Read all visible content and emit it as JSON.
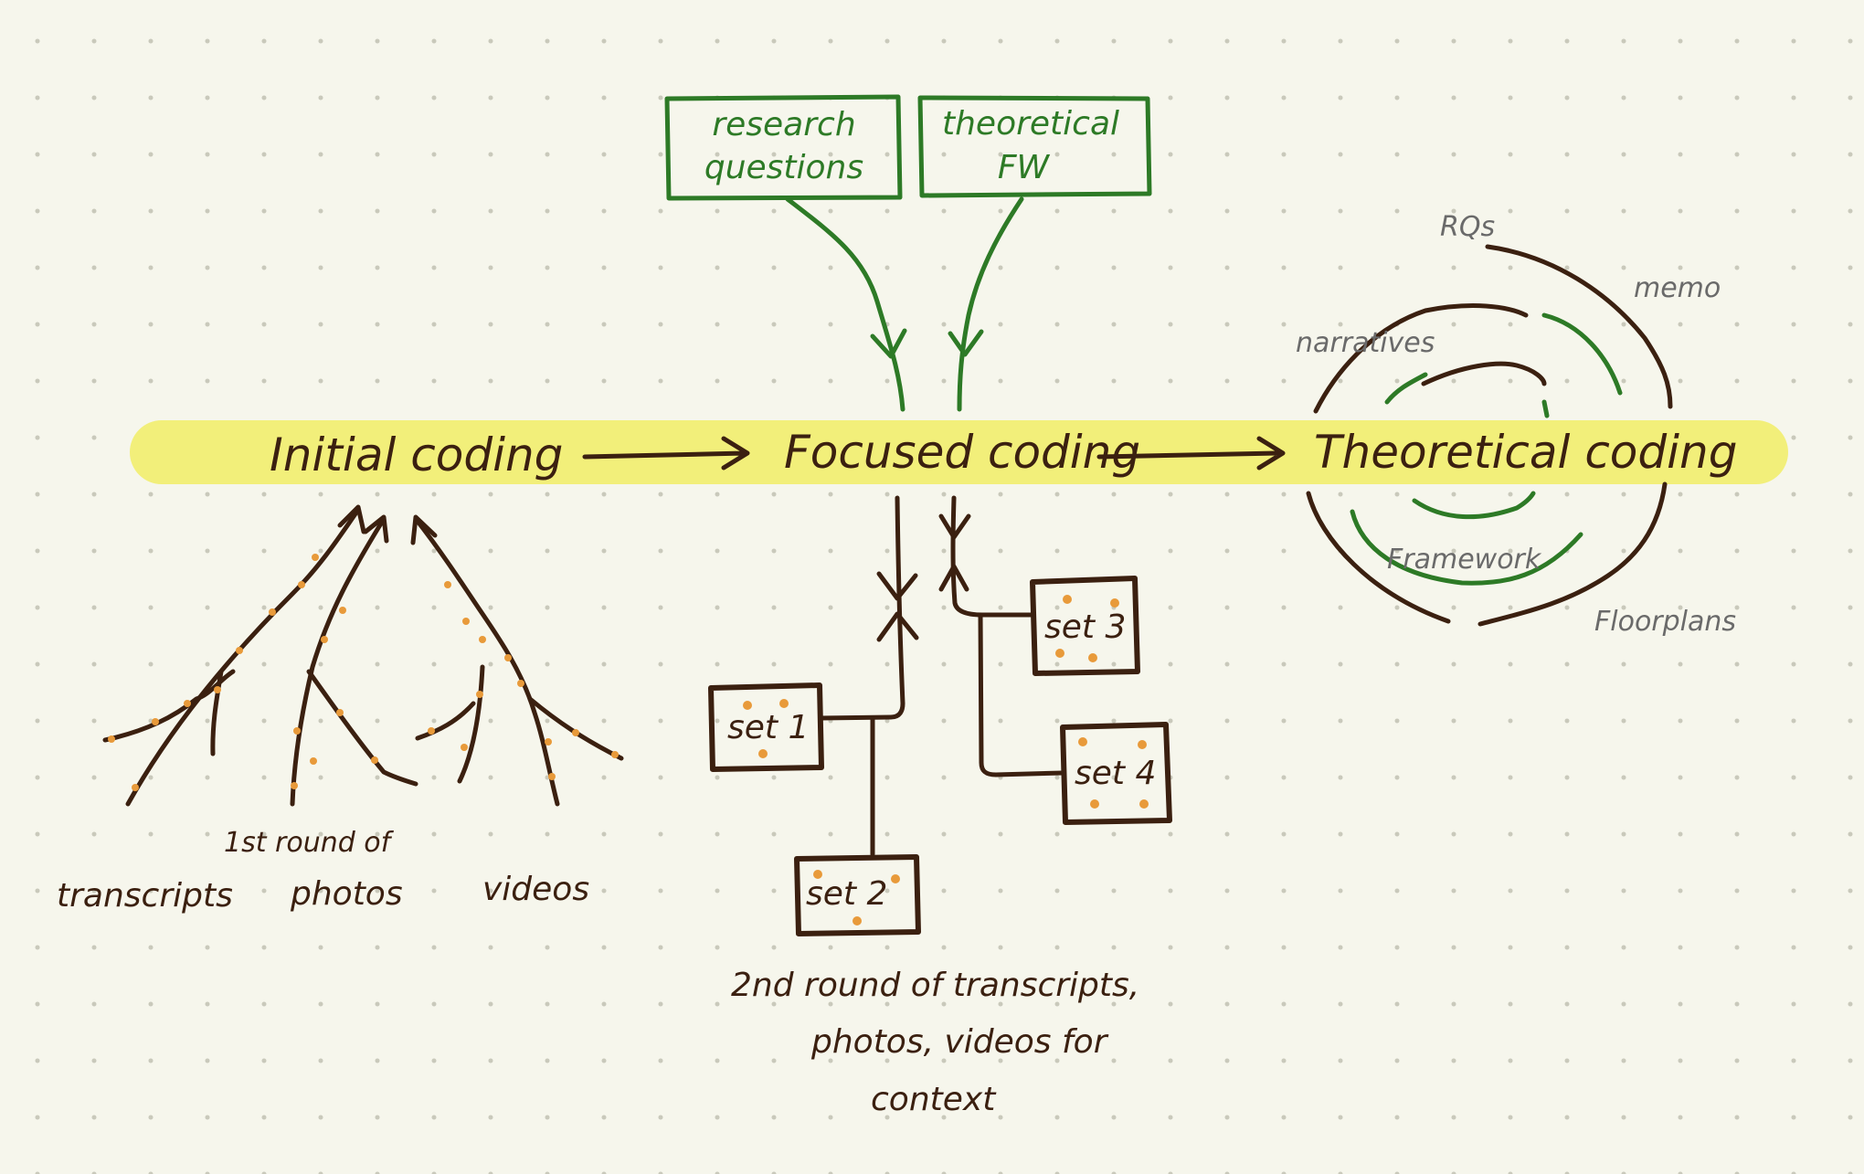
{
  "stages": {
    "initial": "Initial coding",
    "focused": "Focused coding",
    "theoretical": "Theoretical coding"
  },
  "inputs": {
    "research_questions": [
      "research",
      "questions"
    ],
    "theoretical_fw": [
      "theoretical",
      "FW"
    ]
  },
  "initial_sources": {
    "first_round": "1st round of",
    "transcripts": "transcripts",
    "photos": "photos",
    "videos": "videos"
  },
  "sets": {
    "set1": "set 1",
    "set2": "set 2",
    "set3": "set 3",
    "set4": "set 4"
  },
  "second_round_note": [
    "2nd round of transcripts,",
    "photos, videos for",
    "context"
  ],
  "spiral_labels": {
    "rqs": "RQs",
    "memo": "memo",
    "narratives": "narratives",
    "framework": "Framework",
    "floorplans": "Floorplans"
  },
  "colors": {
    "highlight": "#f2ef7a",
    "ink_brown": "#3b2010",
    "ink_green": "#2d7a26",
    "accent_orange": "#e89a3a",
    "label_grey": "#6a6a6a"
  }
}
